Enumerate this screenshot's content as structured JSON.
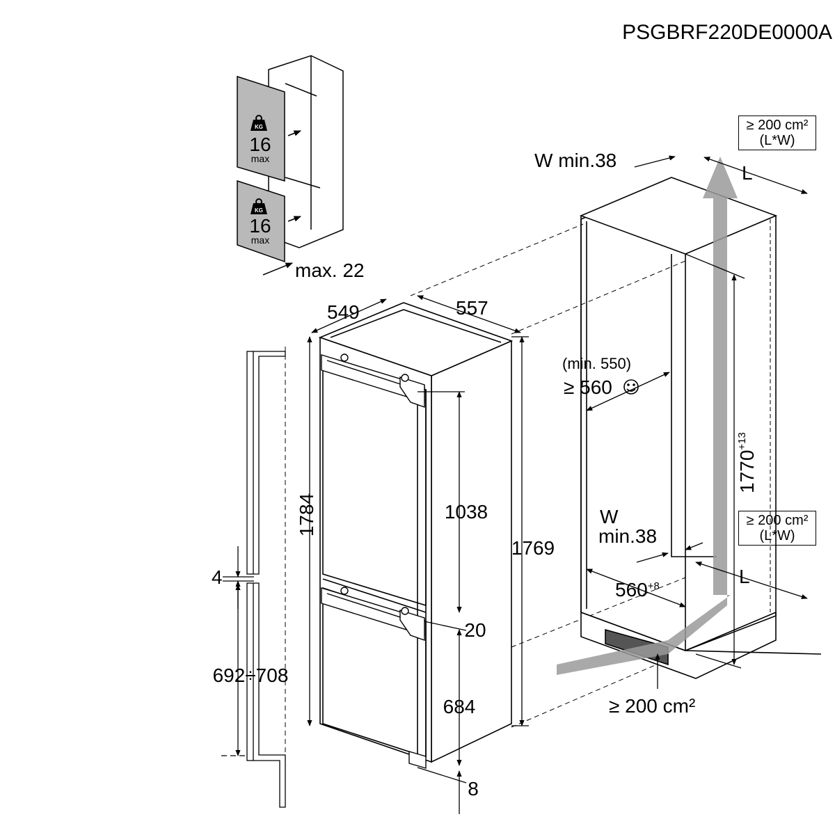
{
  "header": {
    "model_code": "PSGBRF220DE0000A"
  },
  "doors": {
    "upper": {
      "kg_badge": "KG",
      "weight": "16",
      "unit": "max"
    },
    "lower": {
      "kg_badge": "KG",
      "weight": "16",
      "unit": "max"
    },
    "max_thickness": "max. 22"
  },
  "appliance": {
    "depth": "549",
    "width": "557",
    "total_height": "1784",
    "body_height": "1769",
    "upper_section": "1038",
    "gap": "20",
    "lower_section": "684",
    "foot": "8"
  },
  "door_panel": {
    "gap": "4",
    "lower_height": "692÷708"
  },
  "niche": {
    "top_vent_area": "≥ 200 cm²",
    "top_vent_formula": "(L*W)",
    "top_w_min": "W min.38",
    "top_l": "L",
    "depth_min": "(min. 550)",
    "depth_rec": "≥ 560",
    "height_main": "1770",
    "height_tol": "+13",
    "mid_vent_area": "≥ 200 cm²",
    "mid_vent_formula": "(L*W)",
    "mid_w": "W",
    "mid_w_min": "min.38",
    "mid_l": "L",
    "width_main": "560",
    "width_tol": "+8",
    "bottom_vent": "≥ 200 cm²"
  }
}
